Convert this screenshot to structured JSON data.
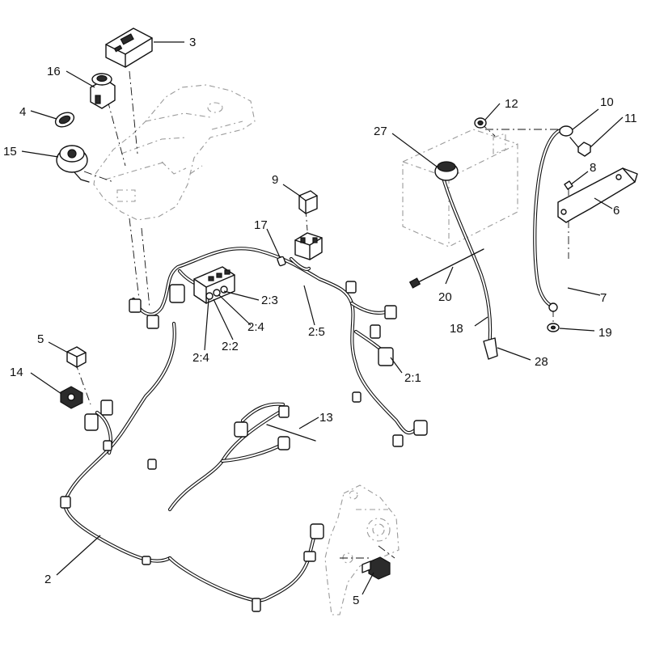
{
  "callouts": {
    "c3": "3",
    "c16": "16",
    "c4": "4",
    "c15": "15",
    "c12": "12",
    "c10": "10",
    "c11": "11",
    "c27": "27",
    "c8": "8",
    "c6": "6",
    "c9": "9",
    "c17": "17",
    "c20": "20",
    "c7": "7",
    "c23": "2:3",
    "c24a": "2:4",
    "c25": "2:5",
    "c22": "2:2",
    "c24b": "2:4",
    "c18": "18",
    "c19": "19",
    "c5a": "5",
    "c14": "14",
    "c28": "28",
    "c21": "2:1",
    "c13": "13",
    "c2": "2",
    "c5b": "5"
  }
}
